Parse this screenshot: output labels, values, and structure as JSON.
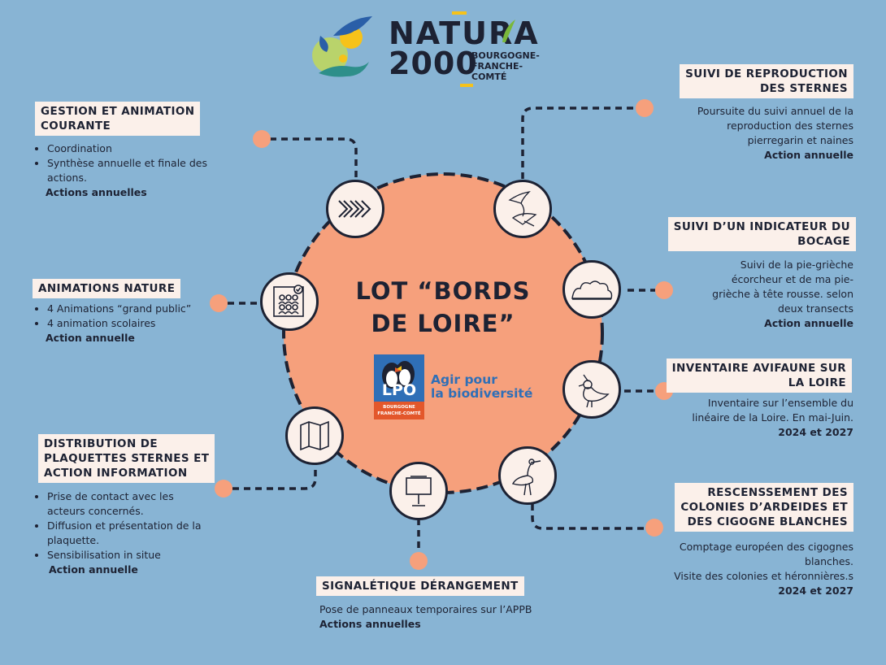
{
  "logo": {
    "name_line1": "NATURA",
    "name_line2": "2000",
    "region_lines": [
      "BOURGOGNE-",
      "FRANCHE-",
      "COMTÉ"
    ]
  },
  "center": {
    "title_line1": "LOT “BORDS",
    "title_line2": "DE LOIRE”",
    "partner_short": "LPO",
    "partner_region_lines": [
      "BOURGOGNE",
      "FRANCHE-COMTÉ"
    ],
    "partner_slogan_lines": [
      "Agir pour",
      "la biodiversité"
    ]
  },
  "sections": {
    "gestion": {
      "title_lines": [
        "GESTION ET ANIMATION",
        "COURANTE"
      ],
      "bullets": [
        "Coordination",
        "Synthèse annuelle et finale des actions."
      ],
      "footer": "Actions annuelles",
      "icon": "chevrons-icon"
    },
    "animations": {
      "title_lines": [
        "ANIMATIONS NATURE"
      ],
      "bullets": [
        "4 Animations “grand public”",
        "4 animation scolaires"
      ],
      "footer": "Action annuelle",
      "icon": "audience-icon"
    },
    "distribution": {
      "title_lines": [
        "DISTRIBUTION DE",
        "PLAQUETTES STERNES ET",
        "ACTION INFORMATION"
      ],
      "bullets": [
        "Prise de contact avec les acteurs concernés.",
        "Diffusion et présentation de la plaquette.",
        "Sensibilisation in situe"
      ],
      "footer": "Action annuelle",
      "icon": "map-icon"
    },
    "signaletique": {
      "title_lines": [
        "SIGNALÉTIQUE DÉRANGEMENT"
      ],
      "text_lines": [
        "Pose de panneaux temporaires sur l’APPB"
      ],
      "footer": "Actions annuelles",
      "icon": "signpost-icon"
    },
    "sternes": {
      "title_lines": [
        "SUIVI DE REPRODUCTION",
        "DES STERNES"
      ],
      "text_lines": [
        "Poursuite du suivi annuel de la",
        "reproduction des sternes",
        "pierregarin et naines"
      ],
      "footer": "Action annuelle",
      "icon": "tern-icon"
    },
    "bocage": {
      "title_lines": [
        "SUIVI D’UN INDICATEUR DU",
        "BOCAGE"
      ],
      "text_lines": [
        "Suivi de la pie-grièche",
        "écorcheur et de ma pie-",
        "grièche à tête rousse. selon",
        "deux transects"
      ],
      "footer": "Action annuelle",
      "icon": "hedge-icon"
    },
    "avifaune": {
      "title_lines": [
        "INVENTAIRE AVIFAUNE SUR",
        "LA LOIRE"
      ],
      "text_lines": [
        "Inventaire sur l’ensemble du",
        "linéaire de la Loire. En mai-Juin."
      ],
      "footer": "2024 et 2027",
      "icon": "lapwing-icon"
    },
    "colonies": {
      "title_lines": [
        "RESCENSSEMENT DES",
        "COLONIES D’ARDEIDES ET",
        "DES CIGOGNE BLANCHES"
      ],
      "text_lines": [
        "Comptage européen des cigognes",
        "blanches.",
        "Visite des colonies et héronnières.s"
      ],
      "footer": "2024 et 2027",
      "icon": "stork-icon"
    }
  },
  "colors": {
    "background": "#88b4d4",
    "circle": "#f6a07c",
    "label_bg": "#fbf0ea",
    "ink": "#1d2233",
    "lpo_blue": "#2f6fb7",
    "lpo_orange": "#e3572b"
  }
}
